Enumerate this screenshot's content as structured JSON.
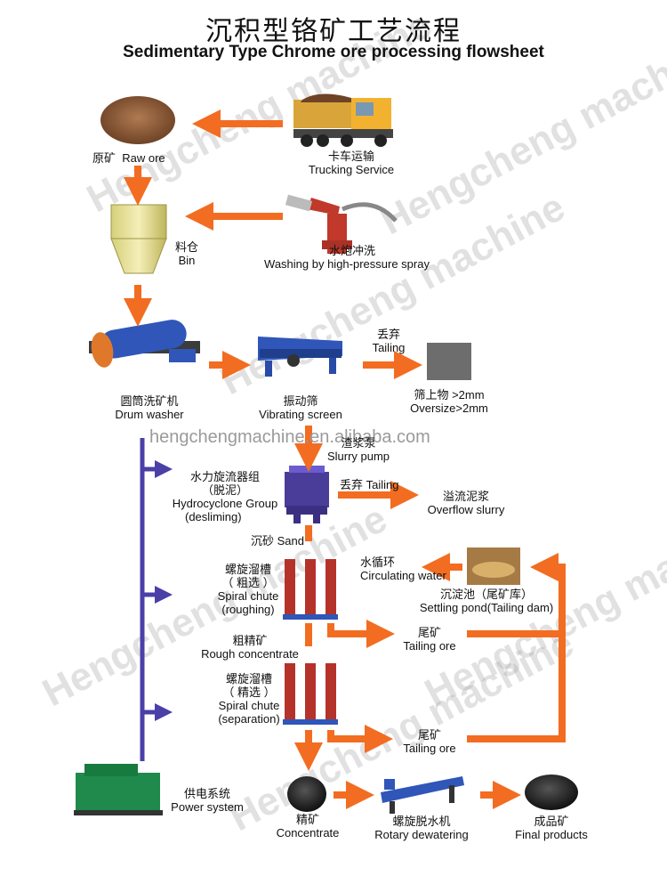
{
  "title": {
    "zh": "沉积型铬矿工艺流程",
    "en": "Sedimentary Type Chrome ore processing flowsheet"
  },
  "watermark": {
    "text": "Hengcheng machine",
    "url": "hengchengmachine.en.alibaba.com"
  },
  "nodes": {
    "raw_ore": {
      "zh": "原矿",
      "en": "Raw ore"
    },
    "trucking": {
      "zh": "卡车运输",
      "en": "Trucking Service"
    },
    "bin": {
      "zh": "料仓",
      "en": "Bin"
    },
    "washing": {
      "zh": "水炮冲洗",
      "en": "Washing by high-pressure spray"
    },
    "drum_washer": {
      "zh": "圆筒洗矿机",
      "en": "Drum washer"
    },
    "vibrating_screen": {
      "zh": "振动筛",
      "en": "Vibrating screen"
    },
    "tailing1": {
      "zh": "丢弃",
      "en": "Tailing"
    },
    "oversize": {
      "zh": "筛上物 >2mm",
      "en": "Oversize>2mm"
    },
    "slurry_pump": {
      "zh": "渣浆泵",
      "en": "Slurry pump"
    },
    "hydrocyclone": {
      "zh": "水力旋流器组",
      "zh2": "（脱泥）",
      "en": "Hydrocyclone Group",
      "en2": "(desliming)"
    },
    "tailing2": {
      "text": "丢弃 Tailing"
    },
    "overflow": {
      "zh": "溢流泥浆",
      "en": "Overflow slurry"
    },
    "sand": {
      "text": "沉砂  Sand"
    },
    "spiral_rough": {
      "zh": "螺旋溜槽",
      "zh2": "（ 粗选 ）",
      "en": "Spiral chute",
      "en2": "(roughing)"
    },
    "circulating": {
      "zh": "水循环",
      "en": "Circulating water"
    },
    "settling": {
      "zh": "沉淀池（尾矿库）",
      "en": "Settling pond(Tailing dam)"
    },
    "rough_conc": {
      "zh": "粗精矿",
      "en": "Rough concentrate"
    },
    "tailing_ore1": {
      "zh": "尾矿",
      "en": "Tailing ore"
    },
    "spiral_sep": {
      "zh": "螺旋溜槽",
      "zh2": "（ 精选 ）",
      "en": "Spiral chute",
      "en2": "(separation)"
    },
    "tailing_ore2": {
      "zh": "尾矿",
      "en": "Tailing ore"
    },
    "power": {
      "zh": "供电系统",
      "en": "Power system"
    },
    "concentrate": {
      "zh": "精矿",
      "en": "Concentrate"
    },
    "rotary": {
      "zh": "螺旋脱水机",
      "en": "Rotary dewatering"
    },
    "final": {
      "zh": "成品矿",
      "en": "Final products"
    }
  },
  "colors": {
    "flow_arrow": "#f26d21",
    "power_line": "#4b3fa8",
    "machine_blue": "#2f56b8",
    "chute_red": "#b5322a",
    "ore_brown": "#8a5a3a",
    "genset_green": "#1f8a4c"
  }
}
